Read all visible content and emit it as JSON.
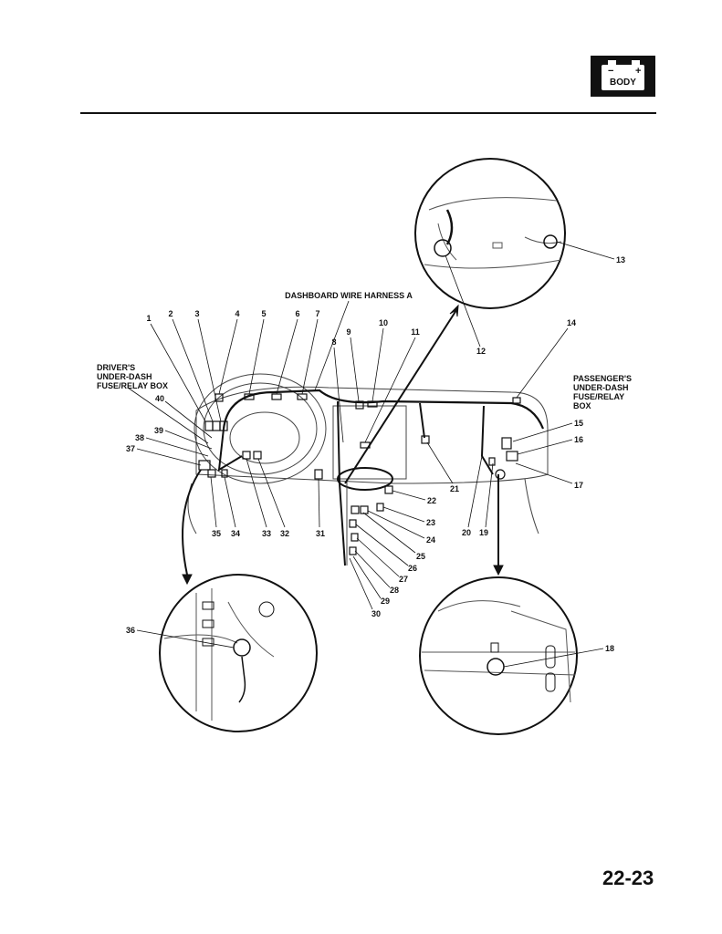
{
  "header": {
    "section_badge": "BODY",
    "badge_minus": "−",
    "badge_plus": "+"
  },
  "diagram": {
    "title_harness": "DASHBOARD WIRE HARNESS A",
    "driver_box": "DRIVER'S\nUNDER-DASH\nFUSE/RELAY BOX",
    "passenger_box": "PASSENGER'S\nUNDER-DASH\nFUSE/RELAY\nBOX",
    "callouts": [
      "1",
      "2",
      "3",
      "4",
      "5",
      "6",
      "7",
      "8",
      "9",
      "10",
      "11",
      "12",
      "13",
      "14",
      "15",
      "16",
      "17",
      "18",
      "19",
      "20",
      "21",
      "22",
      "23",
      "24",
      "25",
      "26",
      "27",
      "28",
      "29",
      "30",
      "31",
      "32",
      "33",
      "34",
      "35",
      "36",
      "37",
      "38",
      "39",
      "40"
    ]
  },
  "footer": {
    "page_number": "22-23"
  }
}
